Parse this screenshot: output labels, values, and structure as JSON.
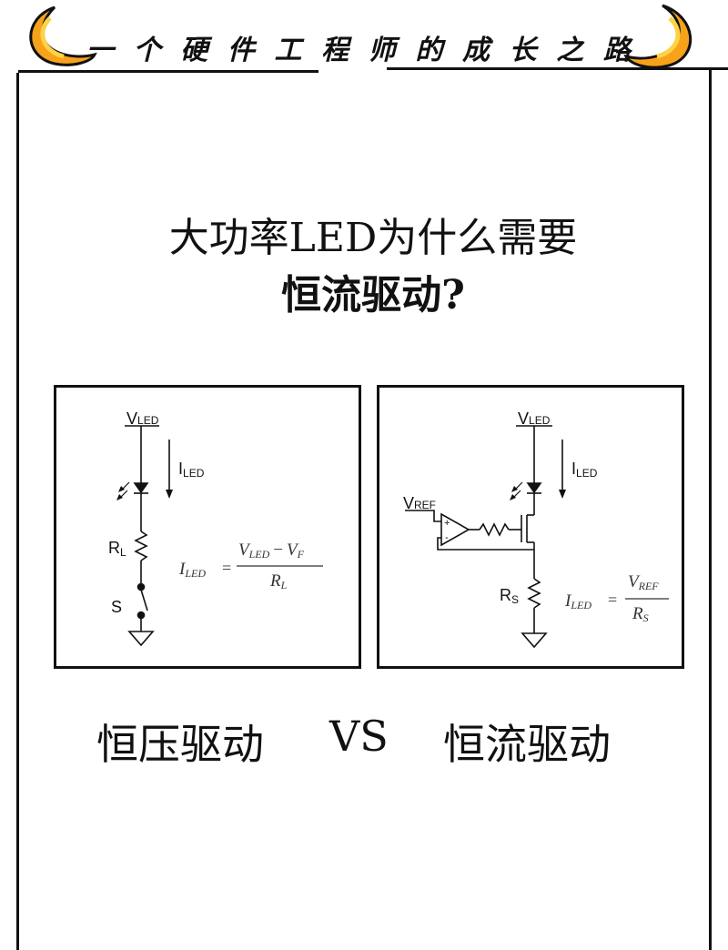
{
  "banner": {
    "chars": [
      "一",
      "个",
      "硬",
      "件",
      "工",
      "程",
      "师",
      "的",
      "成",
      "长",
      "之",
      "路"
    ],
    "horn_color": "#F7A21B",
    "horn_inner": "#FDD247"
  },
  "title": {
    "line1": "大功率LED为什么需要",
    "line2": "恒流驱动?"
  },
  "left_circuit": {
    "vled_main": "V",
    "vled_sub": "LED",
    "iled_main": "I",
    "iled_sub": "LED",
    "r_main": "R",
    "r_sub": "L",
    "switch": "S",
    "eq_lhs_main": "I",
    "eq_lhs_sub": "LED",
    "eq_eq": "=",
    "eq_num_v1": "V",
    "eq_num_v1_sub": "LED",
    "eq_minus": "−",
    "eq_num_v2": "V",
    "eq_num_v2_sub": "F",
    "eq_den": "R",
    "eq_den_sub": "L"
  },
  "right_circuit": {
    "vled_main": "V",
    "vled_sub": "LED",
    "iled_main": "I",
    "iled_sub": "LED",
    "vref_main": "V",
    "vref_sub": "REF",
    "plus": "+",
    "minus": "-",
    "r_main": "R",
    "r_sub": "S",
    "eq_lhs_main": "I",
    "eq_lhs_sub": "LED",
    "eq_eq": "=",
    "eq_num": "V",
    "eq_num_sub": "REF",
    "eq_den": "R",
    "eq_den_sub": "S"
  },
  "bottom": {
    "left": "恒压驱动",
    "vs": "VS",
    "right": "恒流驱动"
  }
}
